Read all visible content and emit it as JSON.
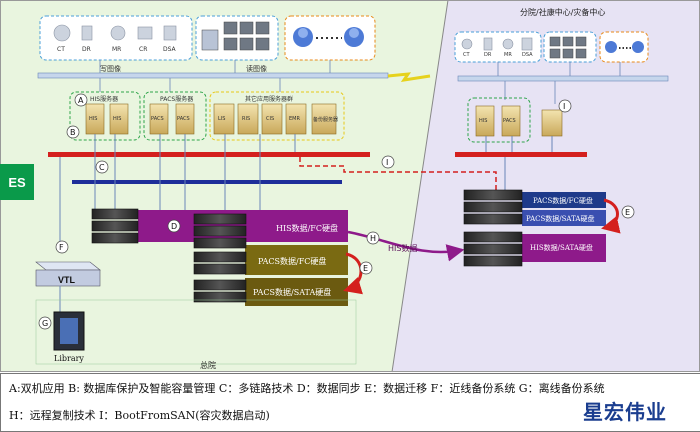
{
  "site_labels": {
    "main": "总院",
    "branch": "分院/社康中心/灾备中心",
    "es": "ES"
  },
  "main_site": {
    "write_image": "写图像",
    "read_image": "读图像",
    "devices": [
      "CT",
      "DR",
      "MR",
      "CR",
      "DSA"
    ],
    "his_group": "HIS服务器",
    "pacs_group": "PACS服务器",
    "other_group": "其它应用服务器群",
    "his_server_labels": [
      "HIS",
      "HIS"
    ],
    "pacs_server_labels": [
      "PACS",
      "PACS"
    ],
    "other_server_labels": [
      "LIS",
      "RIS",
      "CIS",
      "EMR",
      "备份服务器"
    ],
    "vtl": "VTL",
    "library": "Library",
    "storage": {
      "his": "HIS数据/FC硬盘",
      "pacs_fc": "PACS数据/FC硬盘",
      "pacs_sata": "PACS数据/SATA硬盘"
    }
  },
  "branch_site": {
    "devices": [
      "CT",
      "DR",
      "MR",
      "DSA"
    ],
    "pacs_server_labels": [
      "HIS",
      "PACS"
    ],
    "storage": {
      "pacs_fc": "PACS数据/FC硬盘",
      "pacs_sata": "PACS数据/SATA硬盘",
      "his_sata": "HIS数据/SATA硬盘"
    }
  },
  "his_link_label": "HIS数据",
  "markers": [
    "A",
    "B",
    "C",
    "D",
    "E",
    "F",
    "G",
    "H",
    "I"
  ],
  "legend": {
    "line1": "A:双机应用 B: 数据库保护及智能容量管理 C：多链路技术 D：数据同步 E：数据迁移 F：近线备份系统 G：离线备份系统",
    "line2": "H：远程复制技术 I：BootFromSAN(容灾数据启动)"
  },
  "brand": "星宏伟业",
  "colors": {
    "main_bg": "#e9f5df",
    "branch_bg": "#e7e3f4",
    "red_bus": "#d4201e",
    "blue_bus": "#1e2e9a",
    "purple": "#8e1a8a",
    "olive": "#7a6a12",
    "dark_olive": "#6b5a10",
    "es_green": "#0a9a4a",
    "branch_blue": "#3a4fb0"
  }
}
